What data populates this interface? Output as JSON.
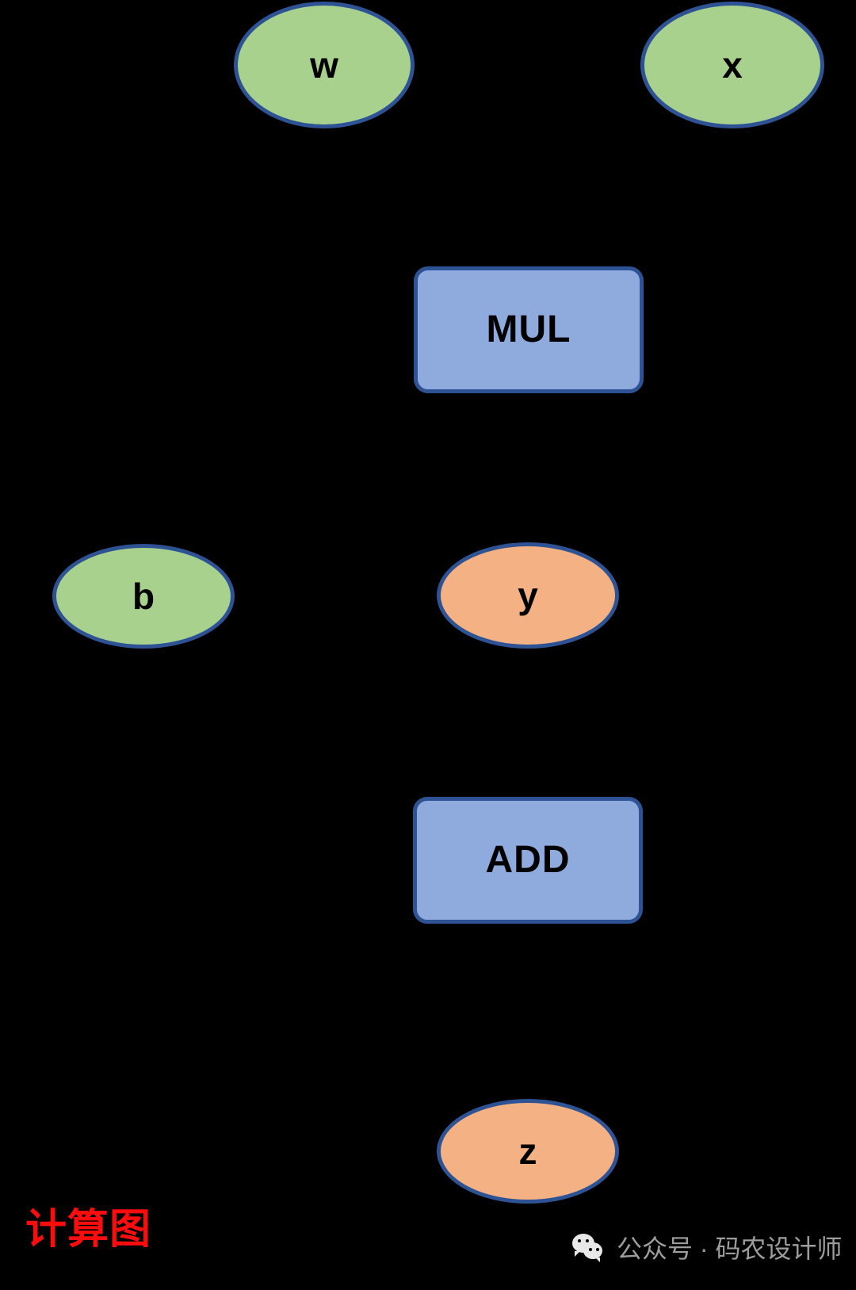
{
  "diagram": {
    "title_caption": "计算图",
    "background_color": "#000000",
    "node_border_color": "#2e5395",
    "colors": {
      "variable_green": "#a9d18e",
      "intermediate_orange": "#f4b183",
      "operation_blue": "#8faadc",
      "caption_red": "#fc0d0d",
      "watermark_gray": "#9d9d9d"
    },
    "nodes": [
      {
        "id": "w",
        "label": "w",
        "shape": "ellipse",
        "fill": "green"
      },
      {
        "id": "x",
        "label": "x",
        "shape": "ellipse",
        "fill": "green"
      },
      {
        "id": "mul",
        "label": "MUL",
        "shape": "box",
        "fill": "blue"
      },
      {
        "id": "b",
        "label": "b",
        "shape": "ellipse",
        "fill": "green"
      },
      {
        "id": "y",
        "label": "y",
        "shape": "ellipse",
        "fill": "orange"
      },
      {
        "id": "add",
        "label": "ADD",
        "shape": "box",
        "fill": "blue"
      },
      {
        "id": "z",
        "label": "z",
        "shape": "ellipse",
        "fill": "orange"
      }
    ],
    "edges": [
      {
        "from": "w",
        "to": "mul"
      },
      {
        "from": "x",
        "to": "mul"
      },
      {
        "from": "mul",
        "to": "y"
      },
      {
        "from": "b",
        "to": "add"
      },
      {
        "from": "y",
        "to": "add"
      },
      {
        "from": "add",
        "to": "z"
      }
    ]
  },
  "watermark": {
    "icon": "wechat-icon",
    "text": "公众号 · 码农设计师"
  }
}
